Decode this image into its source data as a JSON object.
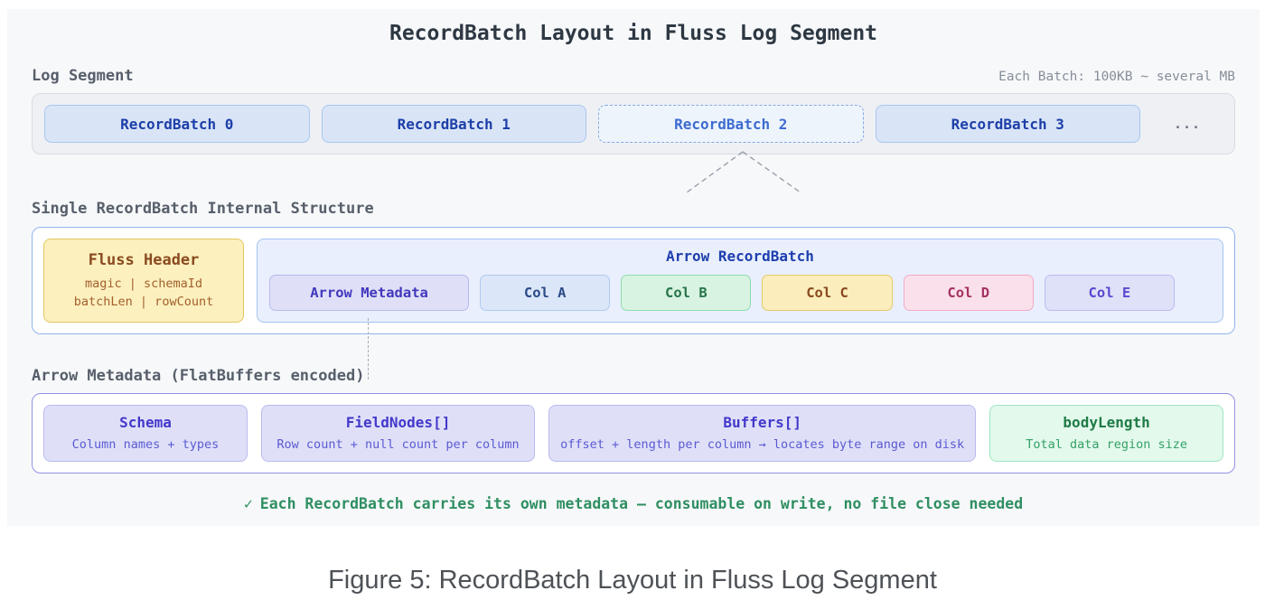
{
  "title": "RecordBatch Layout in Fluss Log Segment",
  "colors": {
    "panel_bg": "#f7f8fa",
    "batch_blue_bg": "#d9e5f7",
    "batch_blue_border": "#a9c6ef",
    "batch_blue_text": "#1d3fa8",
    "fluss_yellow_bg": "#fcf0bf",
    "lavender_bg": "#dfe0f8",
    "green_bg": "#e2f9ec",
    "pink_bg": "#fae0ea",
    "note_green": "#2f8f62",
    "heading_gray": "#575f6b"
  },
  "log_segment": {
    "heading": "Log Segment",
    "size_note": "Each Batch: 100KB ~ several MB",
    "batches": [
      {
        "label": "RecordBatch 0"
      },
      {
        "label": "RecordBatch 1"
      },
      {
        "label": "RecordBatch 2"
      },
      {
        "label": "RecordBatch 3"
      }
    ],
    "ellipsis": "..."
  },
  "internal_structure": {
    "heading": "Single RecordBatch Internal Structure",
    "fluss_header": {
      "title": "Fluss Header",
      "line1": "magic | schemaId",
      "line2": "batchLen | rowCount"
    },
    "arrow_recordbatch": {
      "title": "Arrow RecordBatch",
      "cells": [
        {
          "label": "Arrow Metadata"
        },
        {
          "label": "Col A"
        },
        {
          "label": "Col B"
        },
        {
          "label": "Col C"
        },
        {
          "label": "Col D"
        },
        {
          "label": "Col E"
        }
      ]
    }
  },
  "arrow_metadata": {
    "heading": "Arrow Metadata (FlatBuffers encoded)",
    "blocks": [
      {
        "title": "Schema",
        "subtitle": "Column names + types"
      },
      {
        "title": "FieldNodes[]",
        "subtitle": "Row count + null count per column"
      },
      {
        "title": "Buffers[]",
        "subtitle": "offset + length per column → locates byte range on disk"
      },
      {
        "title": "bodyLength",
        "subtitle": "Total data region size"
      }
    ]
  },
  "footnote": {
    "check": "✓",
    "text": "Each RecordBatch carries its own metadata — consumable on write, no file close needed"
  },
  "caption": "Figure 5: RecordBatch Layout in Fluss Log Segment"
}
